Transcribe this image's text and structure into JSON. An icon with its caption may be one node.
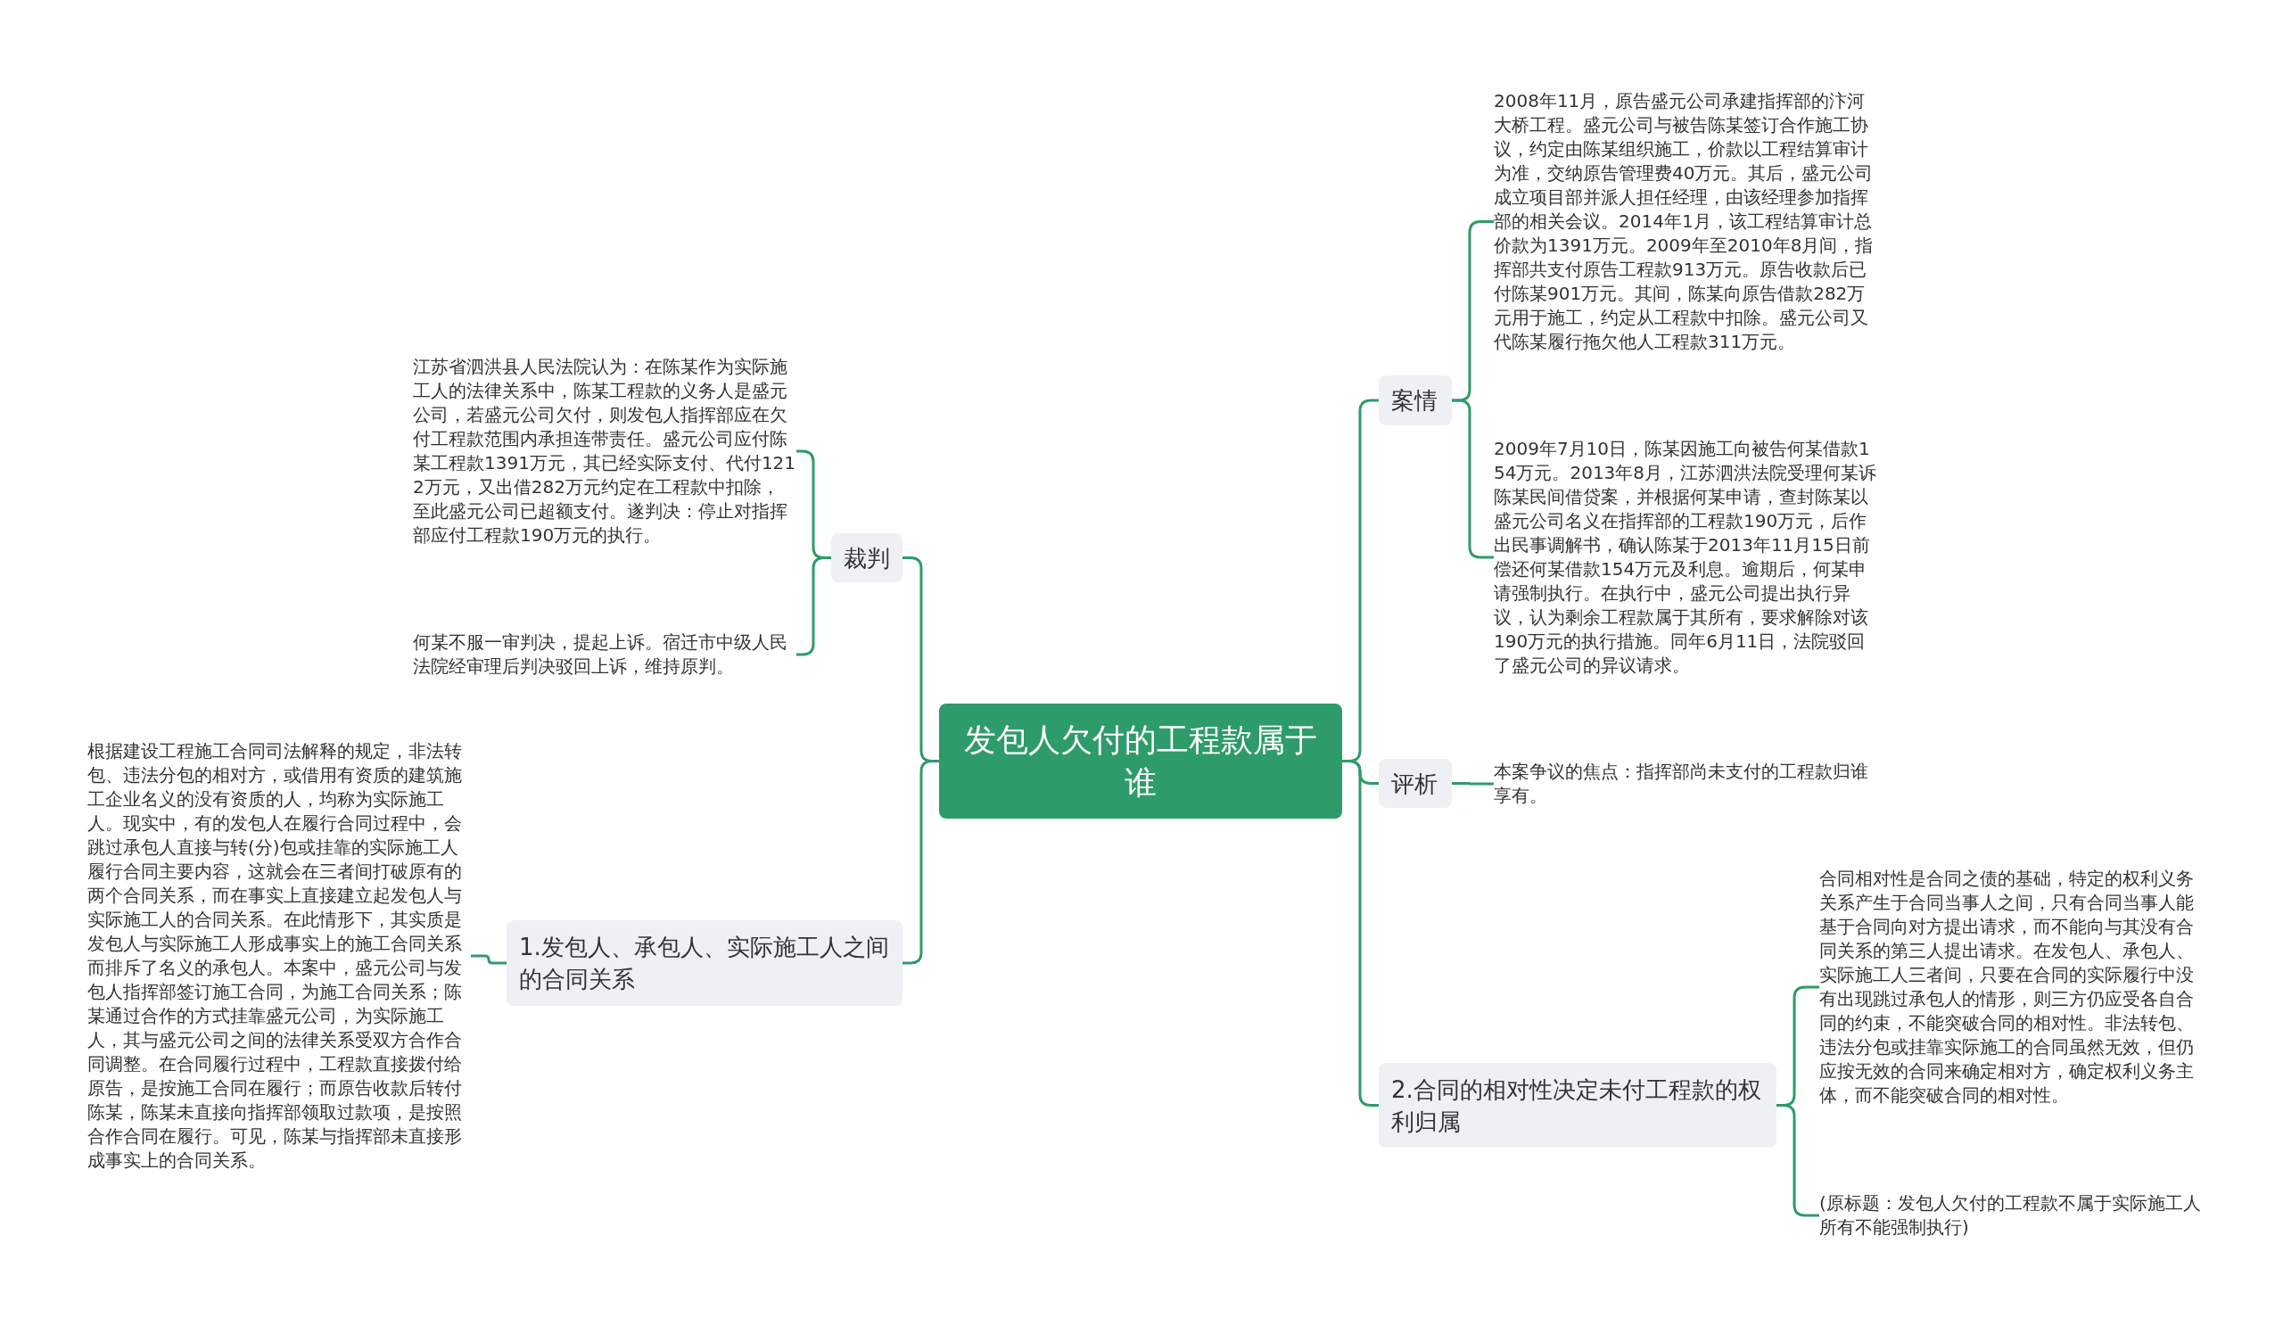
{
  "diagram": {
    "nodes": [
      {
        "text": [
          "发包人欠付的工程款属于谁"
        ]
      },
      {
        "text": [
          "裁判"
        ]
      },
      {
        "text": [
          "江苏省泗洪县人民法院认为：在陈某作为实际施工人的法律关系中，陈某工程款的义务人是盛元公司，若盛元公司欠付，则发包人指挥部应在欠付工程款范围内承担连带责任。盛元公司应付陈某工程款1391万元，其已经实际支付、代付1212万元，又出借282万元约定在工程款中扣除，至此盛元公司已超额支付。遂判决：停止对指挥部应付工程款190万元的执行。"
        ]
      },
      {
        "text": [
          "何某不服一审判决，提起上诉。宿迁市中级人民法院经审理后判决驳回上诉，维持原判。"
        ]
      },
      {
        "text": [
          "1.发包人、承包人、实际施工人之间的合同关系"
        ]
      },
      {
        "text": [
          "根据建设工程施工合同司法解释的规定，非法转包、违法分包的相对方，或借用有资质的建筑施工企业名义的没有资质的人，均称为实际施工人。现实中，有的发包人在履行合同过程中，会跳过承包人直接与转(分)包或挂靠的实际施工人履行合同主要内容，这就会在三者间打破原有的两个合同关系，而在事实上直接建立起发包人与实际施工人的合同关系。在此情形下，其实质是发包人与实际施工人形成事实上的施工合同关系而排斥了名义的承包人。本案中，盛元公司与发包人指挥部签订施工合同，为施工合同关系；陈某通过合作的方式挂靠盛元公司，为实际施工人，其与盛元公司之间的法律关系受双方合作合同调整。在合同履行过程中，工程款直接拨付给原告，是按施工合同在履行；而原告收款后转付陈某，陈某未直接向指挥部领取过款项，是按照合作合同在履行。可见，陈某与指挥部未直接形成事实上的合同关系。"
        ]
      },
      {
        "text": [
          "案情"
        ]
      },
      {
        "text": [
          "2008年11月，原告盛元公司承建指挥部的汴河大桥工程。盛元公司与被告陈某签订合作施工协议，约定由陈某组织施工，价款以工程结算审计为准，交纳原告管理费40万元。其后，盛元公司成立项目部并派人担任经理，由该经理参加指挥部的相关会议。2014年1月，该工程结算审计总价款为1391万元。2009年至2010年8月间，指挥部共支付原告工程款913万元。原告收款后已付陈某901万元。其间，陈某向原告借款282万元用于施工，约定从工程款中扣除。盛元公司又代陈某履行拖欠他人工程款311万元。"
        ]
      },
      {
        "text": [
          "2009年7月10日，陈某因施工向被告何某借款154万元。2013年8月，江苏泗洪法院受理何某诉陈某民间借贷案，并根据何某申请，查封陈某以盛元公司名义在指挥部的工程款190万元，后作出民事调解书，确认陈某于2013年11月15日前偿还何某借款154万元及利息。逾期后，何某申请强制执行。在执行中，盛元公司提出执行异议，认为剩余工程款属于其所有，要求解除对该190万元的执行措施。同年6月11日，法院驳回了盛元公司的异议请求。"
        ]
      },
      {
        "text": [
          "评析"
        ]
      },
      {
        "text": [
          "本案争议的焦点：指挥部尚未支付的工程款归谁享有。"
        ]
      },
      {
        "text": [
          "2.合同的相对性决定未付工程款的权利归属"
        ]
      },
      {
        "text": [
          "合同相对性是合同之债的基础，特定的权利义务关系产生于合同当事人之间，只有合同当事人能基于合同向对方提出请求，而不能向与其没有合同关系的第三人提出请求。在发包人、承包人、实际施工人三者间，只要在合同的实际履行中没有出现跳过承包人的情形，则三方仍应受各自合同的约束，不能突破合同的相对性。非法转包、违法分包或挂靠实际施工的合同虽然无效，但仍应按无效的合同来确定相对方，确定权利义务主体，而不能突破合同的相对性。"
        ]
      },
      {
        "text": [
          "(原标题：发包人欠付的工程款不属于实际施工人所有不能强制执行)"
        ]
      }
    ],
    "edges": [
      {
        "from": 0,
        "to": 1,
        "arrow": "none"
      },
      {
        "from": 1,
        "to": 2,
        "arrow": "none"
      },
      {
        "from": 1,
        "to": 3,
        "arrow": "none"
      },
      {
        "from": 0,
        "to": 4,
        "arrow": "none"
      },
      {
        "from": 4,
        "to": 5,
        "arrow": "none"
      },
      {
        "from": 0,
        "to": 6,
        "arrow": "none"
      },
      {
        "from": 6,
        "to": 7,
        "arrow": "none"
      },
      {
        "from": 6,
        "to": 8,
        "arrow": "none"
      },
      {
        "from": 0,
        "to": 9,
        "arrow": "none"
      },
      {
        "from": 9,
        "to": 10,
        "arrow": "none"
      },
      {
        "from": 0,
        "to": 11,
        "arrow": "none"
      },
      {
        "from": 11,
        "to": 12,
        "arrow": "none"
      },
      {
        "from": 11,
        "to": 13,
        "arrow": "none"
      }
    ]
  }
}
